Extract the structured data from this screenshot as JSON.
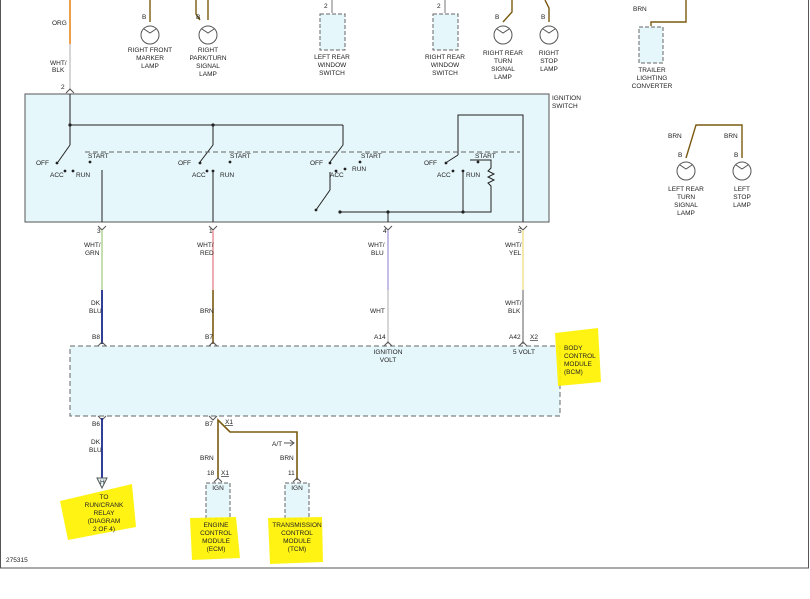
{
  "top": {
    "wire_orange": "ORG",
    "wire_whtblk": "WHT/",
    "wire_whtblk2": "BLK",
    "pin_2": "2",
    "lamp_rfm_pin": "B",
    "lamp_rfm": [
      "RIGHT FRONT",
      "MARKER",
      "LAMP"
    ],
    "lamp_rpt_pin": "B",
    "lamp_rpt": [
      "RIGHT",
      "PARK/TURN",
      "SIGNAL",
      "LAMP"
    ],
    "lrws_pin": "2",
    "lrws": [
      "LEFT REAR",
      "WINDOW",
      "SWITCH"
    ],
    "rrws_pin": "2",
    "rrws": [
      "RIGHT REAR",
      "WINDOW",
      "SWITCH"
    ],
    "rrt_pin": "B",
    "rrt": [
      "RIGHT REAR",
      "TURN",
      "SIGNAL",
      "LAMP"
    ],
    "rst_pin": "B",
    "rst": [
      "RIGHT",
      "STOP",
      "LAMP"
    ],
    "tlc_wire": "BRN",
    "tlc": [
      "TRAILER",
      "LIGHTING",
      "CONVERTER"
    ],
    "lrt_wire": "BRN",
    "lrt_pin": "B",
    "lrt": [
      "LEFT REAR",
      "TURN",
      "SIGNAL",
      "LAMP"
    ],
    "lst_wire": "BRN",
    "lst_pin": "B",
    "lst": [
      "LEFT",
      "STOP",
      "LAMP"
    ]
  },
  "ignition": {
    "title": [
      "IGNITION",
      "SWITCH"
    ],
    "off": "OFF",
    "acc": "ACC",
    "run": "RUN",
    "start": "START",
    "pins": [
      "3",
      "1",
      "4",
      "5"
    ]
  },
  "wires": {
    "w1": [
      "WHT/",
      "GRN"
    ],
    "w2": [
      "WHT/",
      "RED"
    ],
    "w3": [
      "WHT/",
      "BLU"
    ],
    "w4": [
      "WHT/",
      "YEL"
    ],
    "w5": [
      "DK",
      "BLU"
    ],
    "w6": "BRN",
    "w7": "WHT",
    "w8": [
      "WHT/",
      "BLK"
    ]
  },
  "bcm": {
    "pins_top": [
      "B8",
      "B7",
      "A14",
      "A42"
    ],
    "conn_x2": "X2",
    "ign_volt": [
      "IGNITION",
      "VOLT"
    ],
    "five_volt": "5 VOLT",
    "title": [
      "BODY",
      "CONTROL",
      "MODULE",
      "(BCM)"
    ],
    "pins_bottom": [
      "B6",
      "B7"
    ],
    "conn_x1": "X1"
  },
  "bottom": {
    "dkblu": [
      "DK",
      "BLU"
    ],
    "relay_pin": "H",
    "relay": [
      "TO",
      "RUN/CRANK",
      "RELAY",
      "(DIAGRAM",
      "2 OF 4)"
    ],
    "brn_left": "BRN",
    "ecm_pin": "18",
    "ecm_conn": "X1",
    "ecm_ign": "IGN",
    "ecm": [
      "ENGINE",
      "CONTROL",
      "MODULE",
      "(ECM)"
    ],
    "at_label": "A/T",
    "brn_right": "BRN",
    "tcm_pin": "11",
    "tcm_ign": "IGN",
    "tcm": [
      "TRANSMISSION",
      "CONTROL",
      "MODULE",
      "(TCM)"
    ]
  },
  "figure_id": "275315",
  "colors": {
    "orange": "#e8891c",
    "brown": "#7a5a10",
    "dkblue": "#1c2a8a",
    "green": "#b8d69a",
    "red": "#e89aa0",
    "blue": "#b4aee0",
    "yellow": "#f0e39a",
    "box_fill": "#e6f7fb",
    "highlight": "#fff200"
  }
}
